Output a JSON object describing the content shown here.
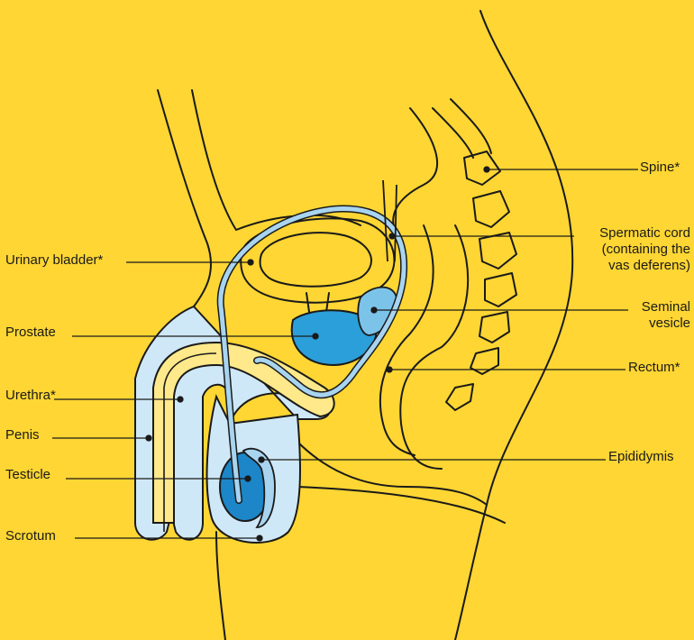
{
  "labels": {
    "urinary_bladder": "Urinary bladder*",
    "prostate": "Prostate",
    "urethra": "Urethra*",
    "penis": "Penis",
    "testicle": "Testicle",
    "scrotum": "Scrotum",
    "spine": "Spine*",
    "spermatic_cord": [
      "Spermatic cord",
      "(containing the",
      "vas deferens)"
    ],
    "seminal_vesicle": [
      "Seminal",
      "vesicle"
    ],
    "rectum": "Rectum*",
    "epididymis": "Epididymis"
  },
  "colors": {
    "background": "#FFD633",
    "outline": "#1a1a1a",
    "tissue_light_blue": "#CFE8F7",
    "prostate_blue": "#2B9FD9",
    "testicle_blue": "#1C86C8",
    "urethra_yellow": "#FFE98A",
    "cord_blue": "#A8D4F0"
  }
}
